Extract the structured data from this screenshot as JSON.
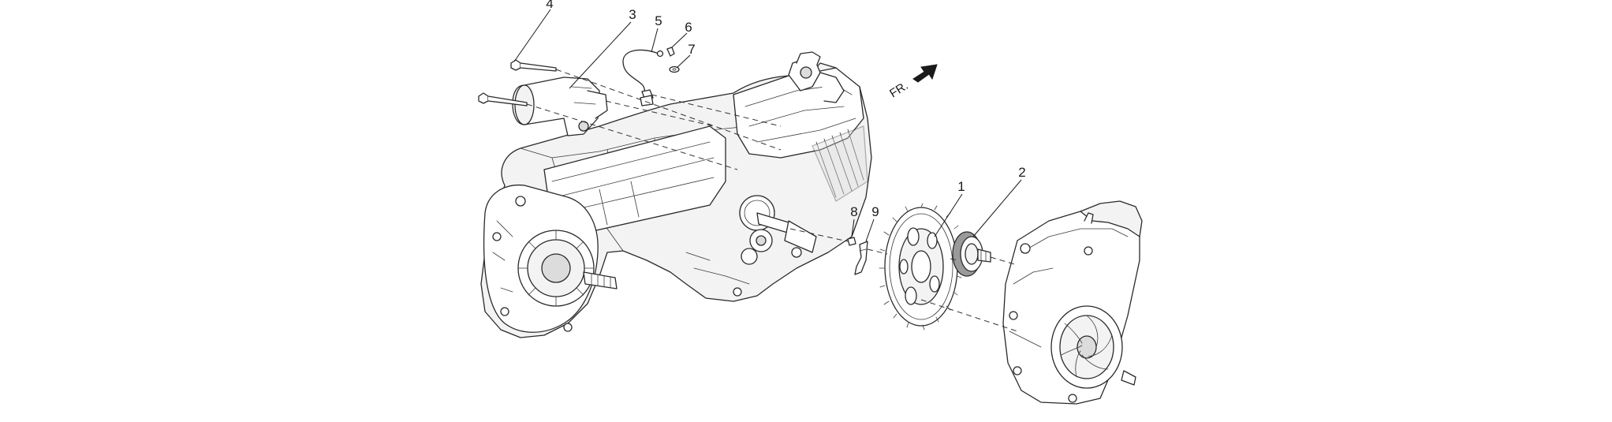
{
  "diagram": {
    "callouts": [
      {
        "id": "c1",
        "label": "1"
      },
      {
        "id": "c2",
        "label": "2"
      },
      {
        "id": "c3",
        "label": "3"
      },
      {
        "id": "c4",
        "label": "4"
      },
      {
        "id": "c5",
        "label": "5"
      },
      {
        "id": "c6",
        "label": "6"
      },
      {
        "id": "c7",
        "label": "7"
      },
      {
        "id": "c8",
        "label": "8"
      },
      {
        "id": "c9",
        "label": "9"
      }
    ],
    "front_indicator": {
      "label": "FR.",
      "icon": "front-direction-arrow-icon"
    },
    "colors": {
      "line": "#2a2a2a",
      "background": "#ffffff"
    }
  }
}
